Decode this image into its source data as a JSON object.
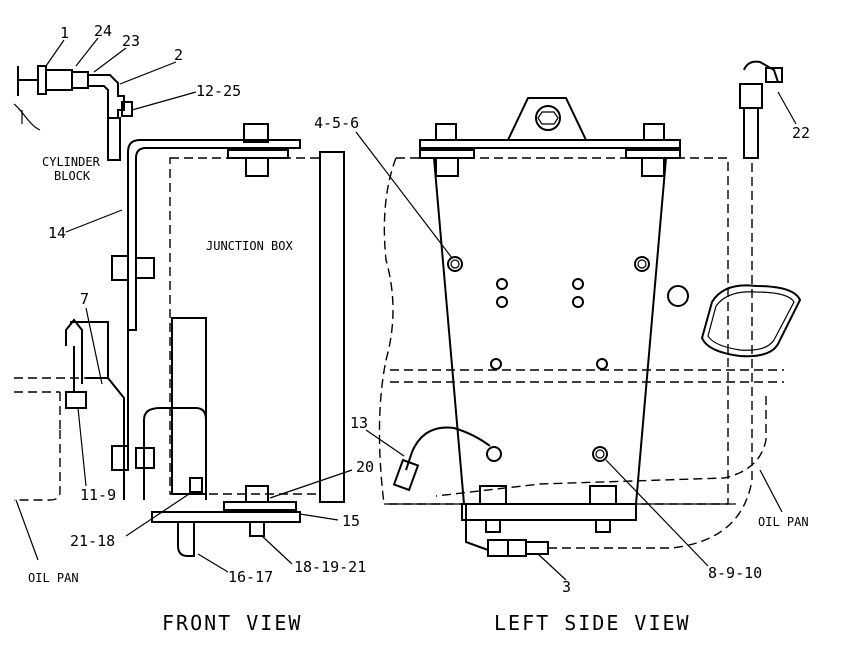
{
  "views": {
    "front": "FRONT VIEW",
    "left_side": "LEFT SIDE VIEW"
  },
  "labels": {
    "junction_box": "JUNCTION BOX",
    "cylinder": "CYLINDER",
    "block": "BLOCK",
    "oil_pan_left": "OIL PAN",
    "oil_pan_right": "OIL PAN"
  },
  "callouts": {
    "c1": "1",
    "c24": "24",
    "c23": "23",
    "c2": "2",
    "c12_25": "12-25",
    "c14": "14",
    "c7": "7",
    "c11_9": "11-9",
    "c21_18": "21-18",
    "c16_17": "16-17",
    "c18_19_21": "18-19-21",
    "c15": "15",
    "c20": "20",
    "c4_5_6": "4-5-6",
    "c13": "13",
    "c3": "3",
    "c8_9_10": "8-9-10",
    "c22": "22"
  }
}
